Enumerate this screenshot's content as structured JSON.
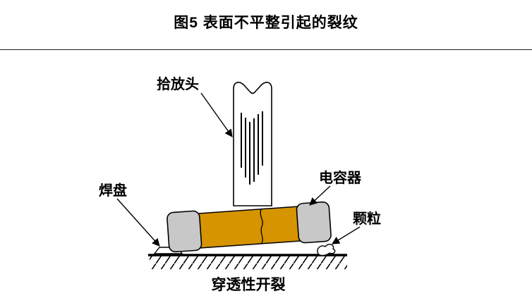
{
  "figure": {
    "title": "图5  表面不平整引起的裂纹"
  },
  "diagram": {
    "labels": {
      "pick_head": "拾放头",
      "capacitor": "电容器",
      "pad": "焊盘",
      "particle": "颗粒",
      "crack": "穿透性开裂"
    },
    "colors": {
      "capacitor_body": "#D69400",
      "termination": "#C8C8C8",
      "outline": "#000000"
    }
  }
}
